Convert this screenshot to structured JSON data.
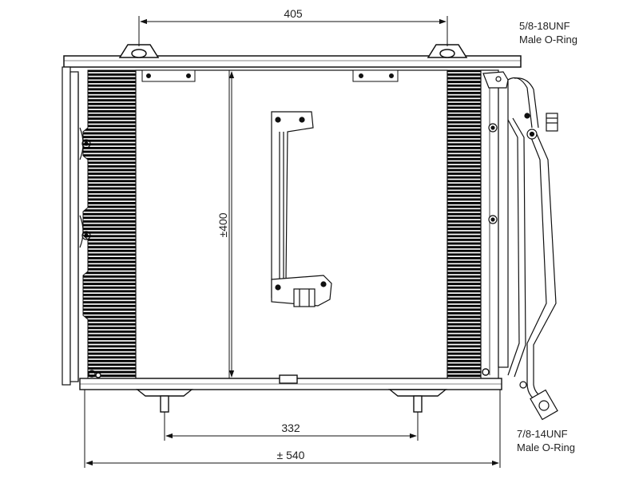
{
  "dimensions": {
    "top_width": "405",
    "core_height": "±400",
    "bracket_spacing": "332",
    "overall_width": "± 540"
  },
  "connections": {
    "upper_thread": "5/8-18UNF",
    "upper_seal": "Male O-Ring",
    "lower_thread": "7/8-14UNF",
    "lower_seal": "Male O-Ring"
  }
}
